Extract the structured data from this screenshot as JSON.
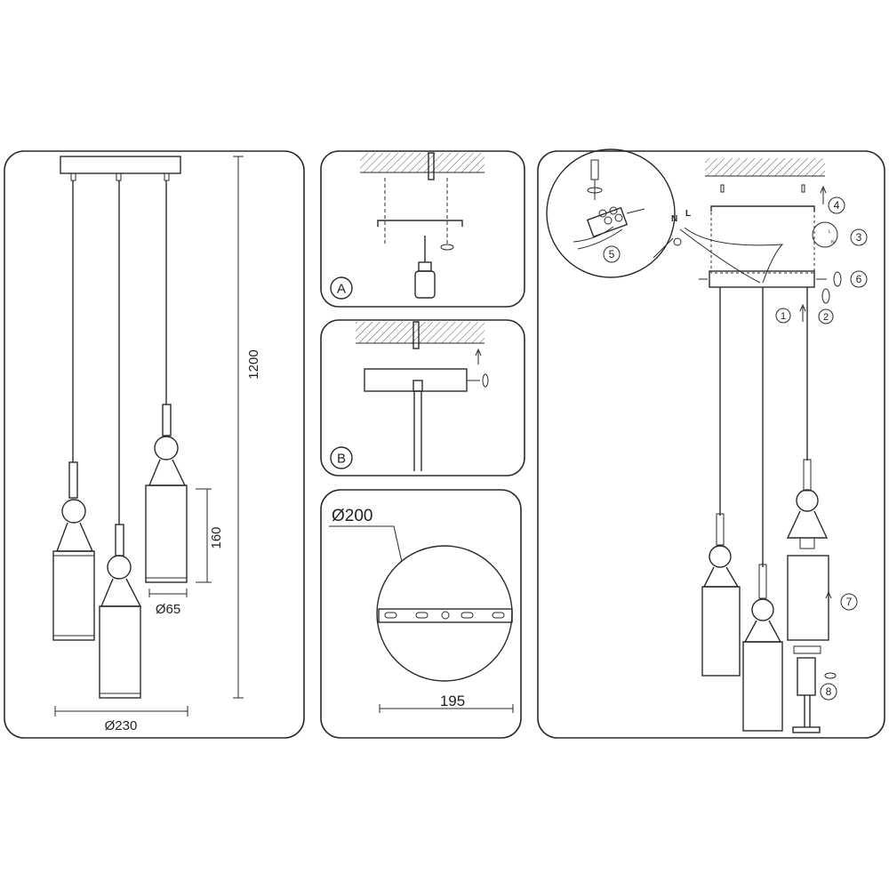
{
  "dimensions": {
    "height_total": "1200",
    "shade_length": "160",
    "shade_diameter": "Ø65",
    "cluster_diameter": "Ø230",
    "canopy_diameter": "Ø200",
    "bracket_length": "195"
  },
  "panel_labels": {
    "a": "A",
    "b": "B"
  },
  "wiring": {
    "neutral": "N",
    "live": "L",
    "detail_live": "L",
    "detail_neutral": "N"
  },
  "steps": [
    "1",
    "2",
    "3",
    "4",
    "5",
    "6",
    "7",
    "8"
  ]
}
